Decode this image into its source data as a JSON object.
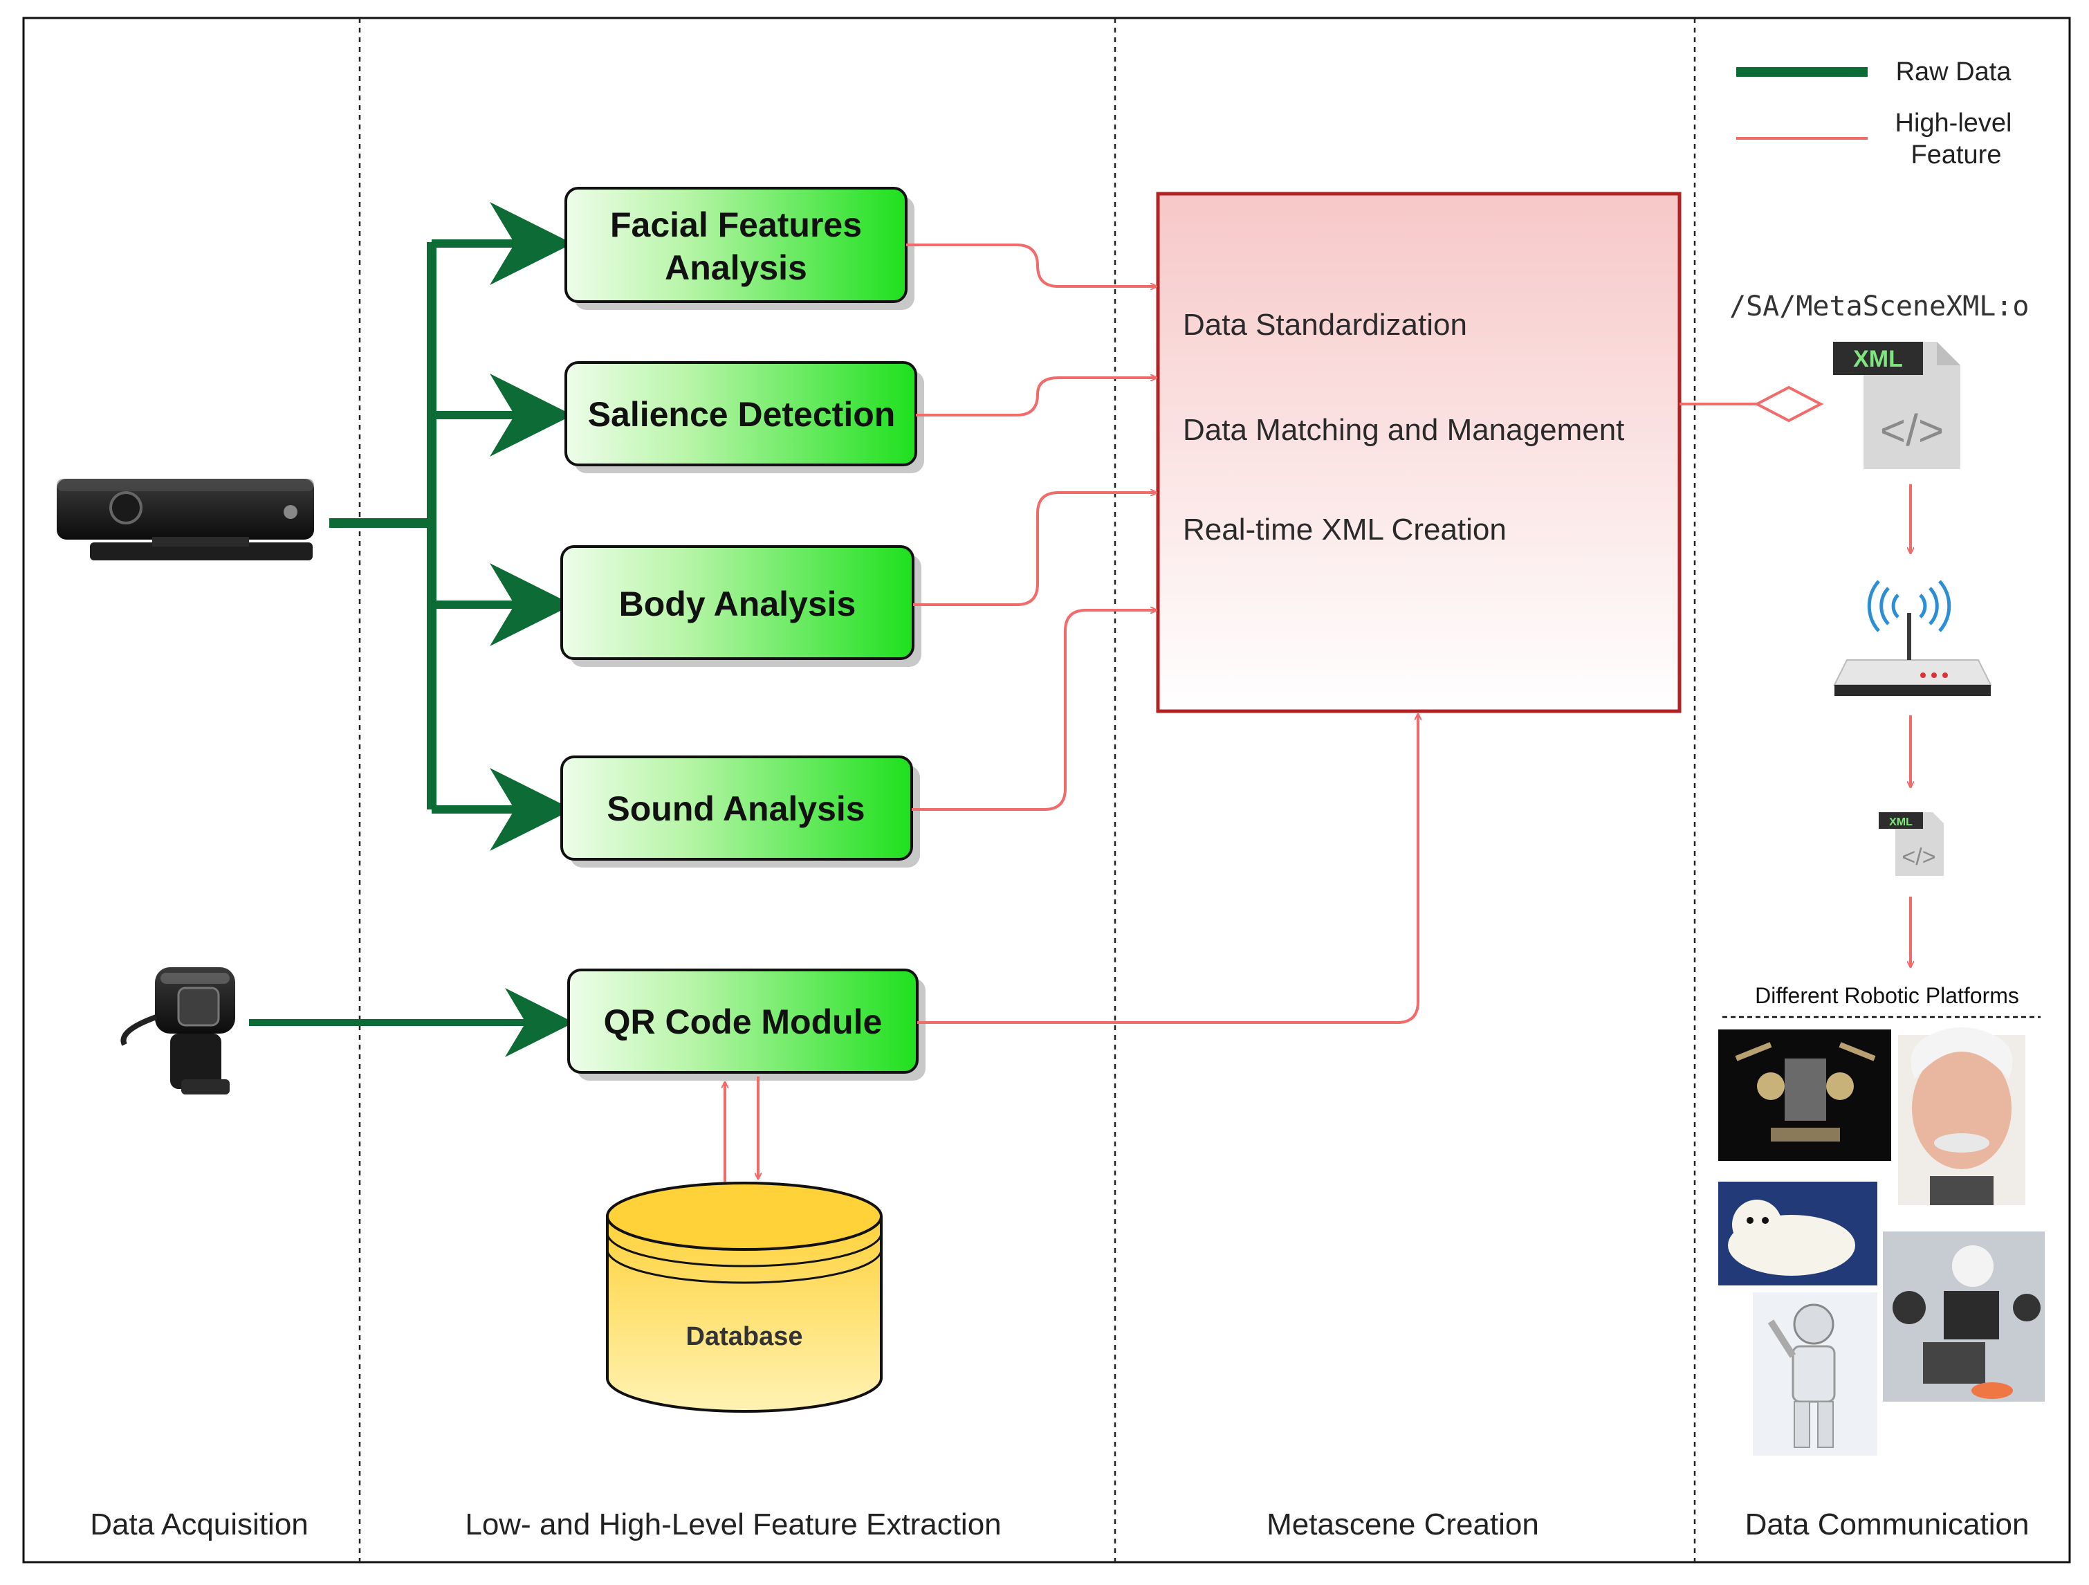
{
  "legend": {
    "raw_data": "Raw Data",
    "high_level_line1": "High-level",
    "high_level_line2": "Feature"
  },
  "lanes": {
    "acquisition": "Data Acquisition",
    "extraction": "Low- and High-Level Feature Extraction",
    "metascene": "Metascene Creation",
    "communication": "Data Communication"
  },
  "nodes": {
    "facial_line1": "Facial Features",
    "facial_line2": "Analysis",
    "salience": "Salience Detection",
    "body": "Body Analysis",
    "sound": "Sound Analysis",
    "qr": "QR Code Module",
    "database": "Database"
  },
  "metascene": {
    "item1": "Data Standardization",
    "item2": "Data Matching and Management",
    "item3": "Real-time XML Creation"
  },
  "communication": {
    "topic": "/SA/MetaSceneXML:o",
    "xml_badge": "XML",
    "xml_code": "</>",
    "robots_title": "Different Robotic Platforms"
  },
  "colors": {
    "raw_data": "#0d6b36",
    "high_level": "#f26b6b",
    "node_green": "#22e022",
    "metascene_border": "#b22222"
  }
}
